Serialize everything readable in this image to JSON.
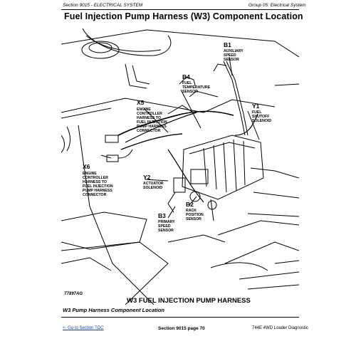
{
  "header": {
    "left": "Section 9015 - ELECTRICAL SYSTEM",
    "right": "Group 05: Electrical System"
  },
  "title": "Fuel Injection Pump Harness (W3) Component Location",
  "figure": {
    "callouts": [
      {
        "id": "B1",
        "lines": [
          "AUXILIARY",
          "SPEED",
          "SENSOR"
        ]
      },
      {
        "id": "B4",
        "lines": [
          "FUEL",
          "TEMPERATURE",
          "SENSOR"
        ]
      },
      {
        "id": "X5",
        "lines": [
          "ENGINE",
          "CONTROLLER",
          "HARNESS TO",
          "FUEL INJECTION",
          "PUMP HARNESS",
          "CONNECTOR"
        ]
      },
      {
        "id": "Y1",
        "lines": [
          "FUEL",
          "SHUTOFF",
          "SOLENOID"
        ]
      },
      {
        "id": "X6",
        "lines": [
          "ENGINE",
          "CONTROLLER",
          "HARNESS TO",
          "FUEL INJECTION",
          "PUMP HARNESS",
          "CONNECTOR"
        ]
      },
      {
        "id": "Y2",
        "lines": [
          "ACTUATOR",
          "SOLENOID"
        ]
      },
      {
        "id": "B2",
        "lines": [
          "RACK",
          "POSITION",
          "SENSOR"
        ]
      },
      {
        "id": "B3",
        "lines": [
          "PRIMARY",
          "SPEED",
          "SENSOR"
        ]
      }
    ],
    "harness_label": "W3 FUEL INJECTION PUMP HARNESS",
    "figure_code": "T7897AG"
  },
  "caption": "W3 Pump Harness Component Location",
  "footer": {
    "toc_link": "<- Go to Section TOC",
    "page": "Section 9015 page 70",
    "doc": "744E 4WD Loader Diagnostic"
  }
}
